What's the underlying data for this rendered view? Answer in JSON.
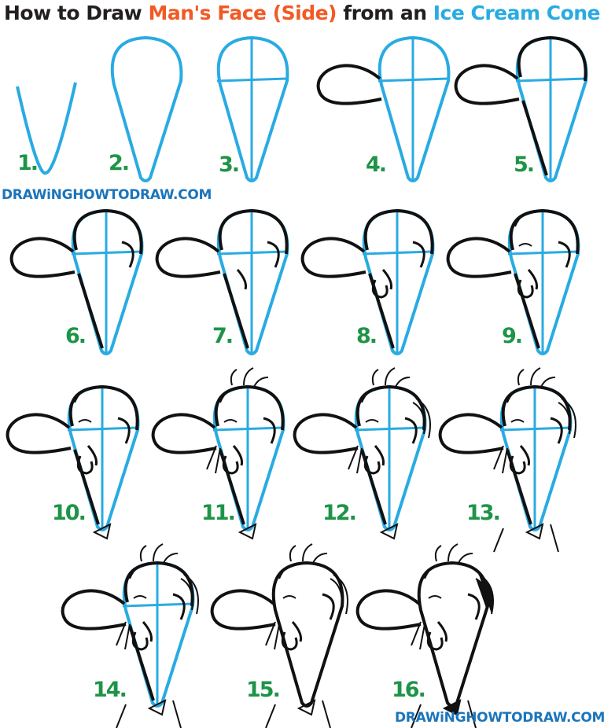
{
  "title": {
    "part1": "How to Draw ",
    "part2": "Man's Face (Side)",
    "part3": " from an ",
    "part4": "Ice Cream Cone"
  },
  "watermark_top": "DRAWiNGHOWTODRAW.COM",
  "watermark_bottom": "DRAWiNGHOWTODRAW.COM",
  "steps": [
    "1.",
    "2.",
    "3.",
    "4.",
    "5.",
    "6.",
    "7.",
    "8.",
    "9.",
    "10.",
    "11.",
    "12.",
    "13.",
    "14.",
    "15.",
    "16."
  ],
  "colors": {
    "title": "#231f20",
    "accent_orange": "#f15a24",
    "accent_blue": "#29abe2",
    "step_green": "#1e9447",
    "guide_blue": "#29abe2",
    "ink": "#111111"
  }
}
